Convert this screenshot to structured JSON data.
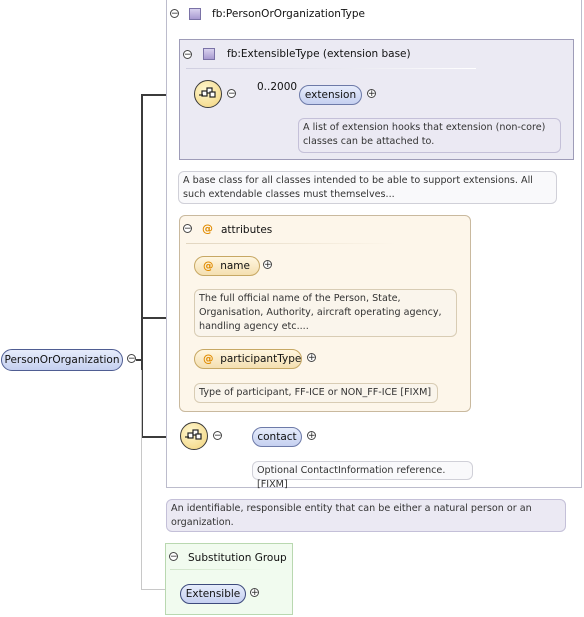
{
  "root": {
    "label": "PersonOrOrganization"
  },
  "complex_type": {
    "title": "fb:PersonOrOrganizationType"
  },
  "extension_base": {
    "title": "fb:ExtensibleType (extension base)",
    "cardinality": "0..2000",
    "element_label": "extension",
    "element_doc": "A list of extension hooks that extension (non-core) classes can be attached to."
  },
  "type_doc": "A base class for all classes intended to be able to support extensions. All such extendable classes must themselves...",
  "attributes": {
    "title": "attributes",
    "name_label": "name",
    "name_doc": "The full official name of the Person, State, Organisation, Authority, aircraft operating agency, handling agency etc....",
    "participant_label": "participantType",
    "participant_doc": "Type of participant, FF-ICE or NON_FF-ICE [FIXM]"
  },
  "contact": {
    "label": "contact",
    "doc": "Optional ContactInformation reference.[FIXM]"
  },
  "root_doc": "An identifiable, responsible entity that can be either a natural person or an organization.",
  "substitution_group": {
    "title": "Substitution Group",
    "member": "Extensible"
  },
  "symbols": {
    "at": "@",
    "expand": "+",
    "collapse": "−"
  },
  "colors": {
    "element_fill": "#c5d0f0",
    "attribute_fill": "#f4dfb0",
    "type_fill": "#ebeaf3",
    "substitution_fill": "#f1fbef"
  }
}
